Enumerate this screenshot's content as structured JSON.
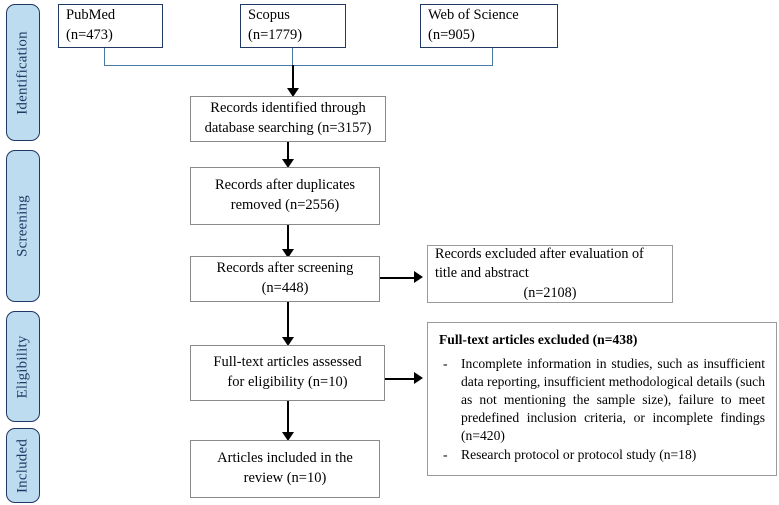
{
  "diagram": {
    "type": "prisma-flow-diagram",
    "stages": [
      {
        "label": "Identification"
      },
      {
        "label": "Screening"
      },
      {
        "label": "Eligibility"
      },
      {
        "label": "Included"
      }
    ],
    "sources": [
      {
        "name": "PubMed",
        "line1": "PubMed",
        "line2": "(n=473)",
        "count": 473
      },
      {
        "name": "Scopus",
        "line1": "Scopus",
        "line2": "(n=1779)",
        "count": 1779
      },
      {
        "name": "Web of Science",
        "line1": "Web of Science",
        "line2": "(n=905)",
        "count": 905
      }
    ],
    "flow": [
      {
        "id": "identified",
        "line1": "Records identified through",
        "line2": "database searching (n=3157)",
        "count": 3157
      },
      {
        "id": "duplicates",
        "line1": "Records after duplicates",
        "line2": "removed (n=2556)",
        "count": 2556
      },
      {
        "id": "screening",
        "line1": "Records after screening",
        "line2": "(n=448)",
        "count": 448
      },
      {
        "id": "fulltext",
        "line1": "Full-text articles assessed",
        "line2": "for eligibility (n=10)",
        "count": 10
      },
      {
        "id": "included",
        "line1": "Articles included in the",
        "line2": "review (n=10)",
        "count": 10
      }
    ],
    "exclusions": {
      "screening": {
        "line1": "Records excluded after evaluation of",
        "line2": "title and abstract",
        "line3": "(n=2108)",
        "count": 2108
      },
      "eligibility": {
        "title": "Full-text articles excluded (n=438)",
        "count": 438,
        "dash": "-",
        "items": [
          "Incomplete information in studies, such as insufficient data reporting, insufficient methodological details (such as not mentioning the sample size), failure to meet predefined inclusion criteria, or incomplete findings (n=420)",
          "Research protocol or protocol study (n=18)"
        ]
      }
    },
    "colors": {
      "stage_fill": "#bddcf0",
      "stage_border": "#203864",
      "source_border": "#1f3864",
      "box_border": "#8a8a8a",
      "bracket_line": "#4a79a8",
      "arrow": "#000000"
    }
  }
}
